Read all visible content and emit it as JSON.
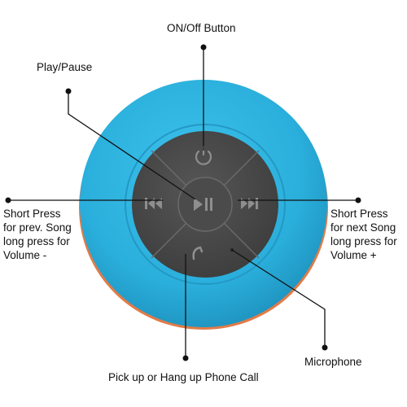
{
  "colors": {
    "body_blue": "#2fb3df",
    "body_blue_dark": "#1e8fb8",
    "rim_orange": "#e07a4a",
    "keypad_gray": "#4a4a4a",
    "keypad_gray_light": "#5a5a5a",
    "icon_gray": "#8c8c8c",
    "line_color": "#111111"
  },
  "labels": {
    "power": "ON/Off Button",
    "play_pause": "Play/Pause",
    "prev_lines": [
      "Short Press",
      "for prev. Song",
      "long press for",
      "Volume -"
    ],
    "next_lines": [
      "Short Press",
      "for next Song",
      "long press for",
      "Volume +"
    ],
    "microphone": "Microphone",
    "call": "Pick up or Hang up Phone Call"
  },
  "icons": {
    "power": "power-icon",
    "play_pause": "play-pause-icon",
    "prev": "previous-track-icon",
    "next": "next-track-icon",
    "call": "phone-icon",
    "mic": "microphone-hole-icon"
  }
}
